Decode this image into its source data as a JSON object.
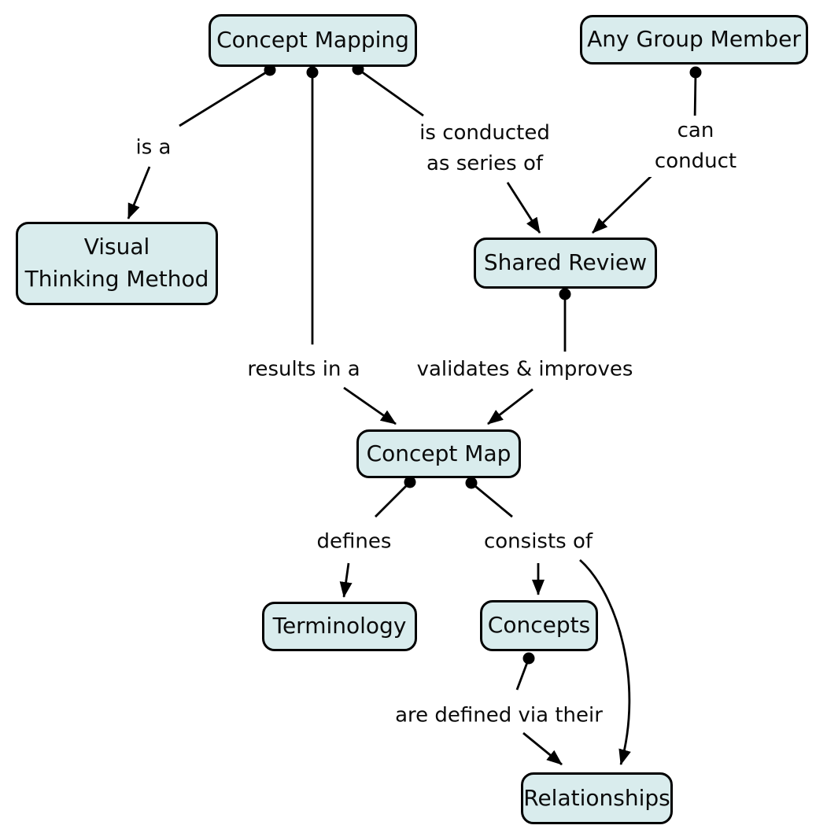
{
  "diagram": {
    "type": "concept-map",
    "colors": {
      "node_fill": "#d9eced",
      "node_border": "#000000",
      "line_color": "#000000",
      "text_color": "#0a0a0a",
      "background": "#ffffff"
    },
    "nodes": {
      "concept_mapping": "Concept Mapping",
      "any_group_member": "Any Group Member",
      "visual_thinking_method": "Visual\nThinking Method",
      "shared_review": "Shared Review",
      "concept_map": "Concept Map",
      "terminology": "Terminology",
      "concepts": "Concepts",
      "relationships": "Relationships"
    },
    "edge_labels": {
      "is_a": "is a",
      "is_conducted_as_series_of": "is conducted\nas series of",
      "can_conduct": "can conduct",
      "results_in_a": "results in a",
      "validates_and_improves": "validates & improves",
      "defines": "defines",
      "consists_of": "consists of",
      "are_defined_via_their": "are defined via their"
    },
    "edges": [
      {
        "from": "Concept Mapping",
        "label": "is a",
        "to": "Visual Thinking Method"
      },
      {
        "from": "Concept Mapping",
        "label": "results in a",
        "to": "Concept Map"
      },
      {
        "from": "Concept Mapping",
        "label": "is conducted as series of",
        "to": "Shared Review"
      },
      {
        "from": "Any Group Member",
        "label": "can conduct",
        "to": "Shared Review"
      },
      {
        "from": "Shared Review",
        "label": "validates & improves",
        "to": "Concept Map"
      },
      {
        "from": "Concept Map",
        "label": "defines",
        "to": "Terminology"
      },
      {
        "from": "Concept Map",
        "label": "consists of",
        "to": "Concepts"
      },
      {
        "from": "Concept Map",
        "label": "consists of",
        "to": "Relationships"
      },
      {
        "from": "Concepts",
        "label": "are defined via their",
        "to": "Relationships"
      }
    ]
  }
}
